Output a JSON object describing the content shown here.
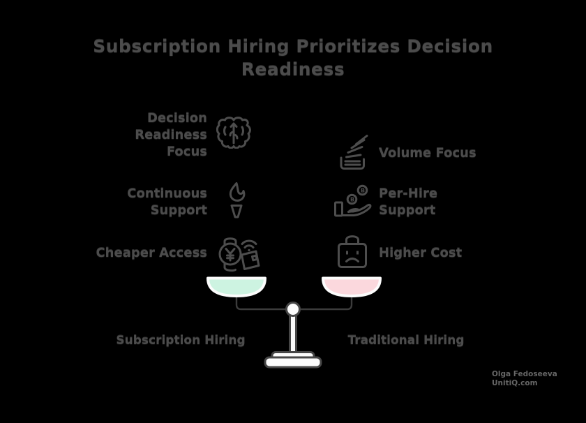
{
  "page": {
    "background": "#000000",
    "text_color": "#4c4c4c",
    "icon_color": "#4d4d4d"
  },
  "title": {
    "line1": "Subscription Hiring Prioritizes Decision",
    "line2": "Readiness"
  },
  "left_column": {
    "item1": {
      "icon": "brain-icon",
      "line1": "Decision",
      "line2": "Readiness",
      "line3": "Focus"
    },
    "item2": {
      "icon": "torch-icon",
      "line1": "Continuous",
      "line2": "Support"
    },
    "item3": {
      "icon": "contactless-payment-watch-icon",
      "line1": "Cheaper Access"
    }
  },
  "right_column": {
    "item1": {
      "icon": "stacked-volume-icon",
      "line1": "Volume Focus"
    },
    "item2": {
      "icon": "coins-in-hand-icon",
      "line1": "Per-Hire",
      "line2": "Support",
      "coin_symbol": "B"
    },
    "item3": {
      "icon": "sad-shopping-bag-icon",
      "line1": "Higher Cost"
    }
  },
  "scale": {
    "left_label": "Subscription Hiring",
    "right_label": "Traditional Hiring",
    "left_pan_color": "#cdf3e1",
    "right_pan_color": "#fbd8dd",
    "pan_outline_color": "#fcfcfc",
    "stand_fill_color": "#fbfbfb",
    "beam_color": "#3c3c3c"
  },
  "attribution": {
    "author": "Olga Fedoseeva",
    "site": "UnitiQ.com"
  }
}
